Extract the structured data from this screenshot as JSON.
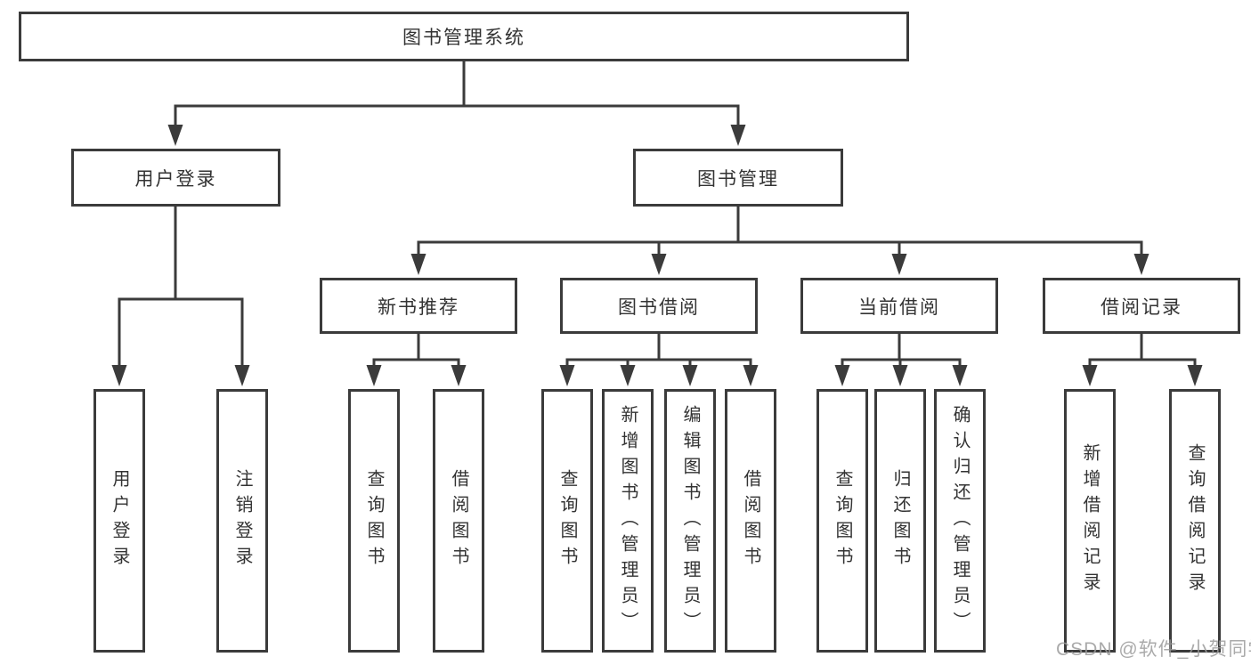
{
  "root": {
    "label": "图书管理系统"
  },
  "user_login": {
    "label": "用户登录",
    "children": [
      {
        "label": "用户登录"
      },
      {
        "label": "注销登录"
      }
    ]
  },
  "book_mgmt": {
    "label": "图书管理",
    "modules": [
      {
        "label": "新书推荐",
        "children": [
          {
            "label": "查询图书"
          },
          {
            "label": "借阅图书"
          }
        ]
      },
      {
        "label": "图书借阅",
        "children": [
          {
            "label": "查询图书"
          },
          {
            "label": "新增图书（管理员）"
          },
          {
            "label": "编辑图书（管理员）"
          },
          {
            "label": "借阅图书"
          }
        ]
      },
      {
        "label": "当前借阅",
        "children": [
          {
            "label": "查询图书"
          },
          {
            "label": "归还图书"
          },
          {
            "label": "确认归还（管理员）"
          }
        ]
      },
      {
        "label": "借阅记录",
        "children": [
          {
            "label": "新增借阅记录"
          },
          {
            "label": "查询借阅记录"
          }
        ]
      }
    ]
  },
  "watermark": {
    "text": "CSDN @软件_小贺同学"
  },
  "colors": {
    "line": "#3b3b3b",
    "text": "#333333",
    "background": "#ffffff",
    "watermark": "#9b9b9b"
  }
}
